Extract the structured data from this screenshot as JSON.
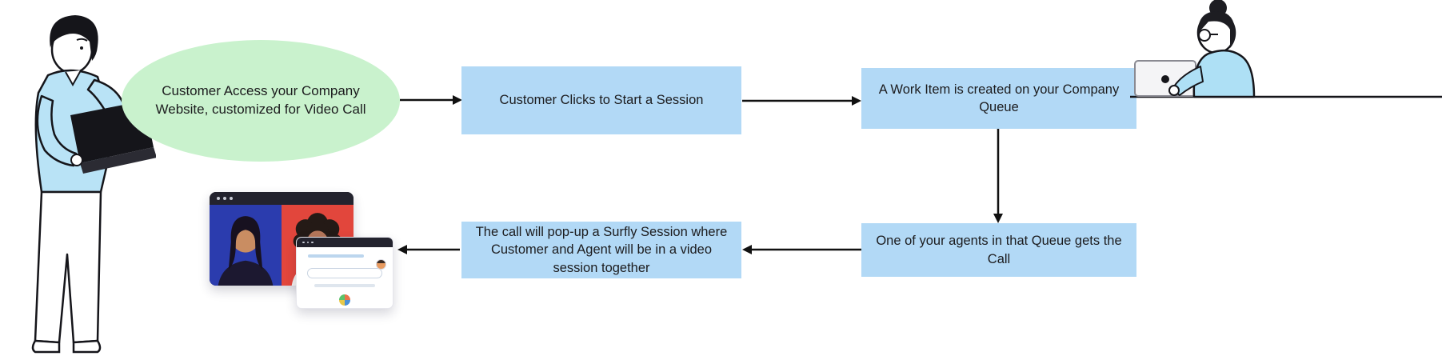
{
  "flowchart": {
    "nodes": [
      {
        "id": "customer-website",
        "shape": "ellipse",
        "label": "Customer Access your Company Website, customized for Video Call"
      },
      {
        "id": "start-session",
        "shape": "rectangle",
        "label": "Customer Clicks to Start a Session"
      },
      {
        "id": "work-item",
        "shape": "rectangle",
        "label": "A Work Item is created on your Company Queue"
      },
      {
        "id": "agent-gets-call",
        "shape": "rectangle",
        "label": "One of your agents in that Queue gets the Call"
      },
      {
        "id": "surfly-session",
        "shape": "rectangle",
        "label": "The call will pop-up a Surfly Session where Customer and Agent will be in a video session together"
      }
    ],
    "edges": [
      {
        "from": "customer-website",
        "to": "start-session",
        "direction": "right"
      },
      {
        "from": "start-session",
        "to": "work-item",
        "direction": "right"
      },
      {
        "from": "work-item",
        "to": "agent-gets-call",
        "direction": "down"
      },
      {
        "from": "agent-gets-call",
        "to": "surfly-session",
        "direction": "left"
      },
      {
        "from": "surfly-session",
        "to": "video-call-illustration",
        "direction": "left"
      }
    ]
  },
  "illustrations": {
    "left": "person-standing-with-laptop-illustration",
    "right": "person-seated-at-desk-with-laptop-illustration",
    "video_call": "browser-window-video-call-with-two-participants"
  },
  "colors": {
    "background": "#ffffff",
    "ellipse_fill": "#c9f2cd",
    "box_fill": "#b2d9f6",
    "text": "#1c1c1e",
    "arrow": "#111111",
    "video_left_panel": "#2b3cae",
    "video_right_panel": "#e2463c",
    "browser_chrome": "#23232e",
    "shirt_blue": "#b9e3f6"
  }
}
